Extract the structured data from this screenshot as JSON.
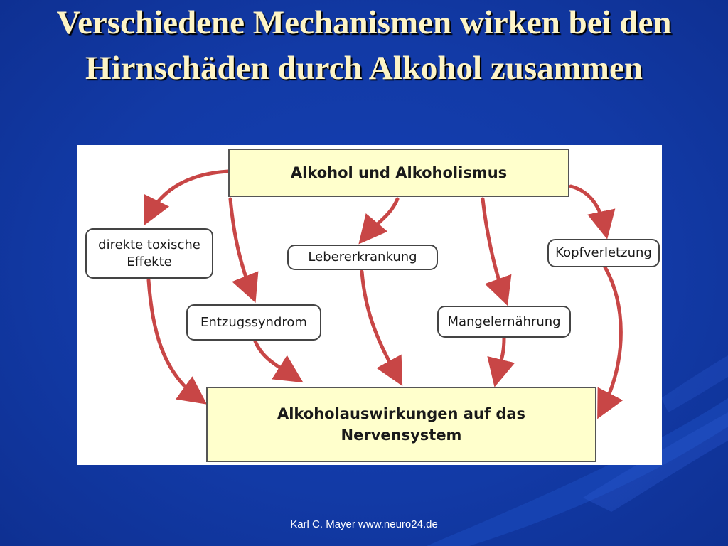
{
  "slide": {
    "title": "Verschiedene Mechanismen wirken bei den Hirnschäden durch Alkohol zusammen",
    "footer": "Karl C. Mayer www.neuro24.de"
  },
  "diagram": {
    "source_node": "Alkohol und Alkoholismus",
    "target_node": "Alkoholauswirkungen auf das Nervensystem",
    "causes": {
      "toxic": "direkte toxische Effekte",
      "withdrawal": "Entzugssyndrom",
      "liver": "Lebererkrankung",
      "malnutrition": "Mangelernährung",
      "head_injury": "Kopfverletzung"
    },
    "edges": [
      [
        "Alkohol und Alkoholismus",
        "direkte toxische Effekte"
      ],
      [
        "Alkohol und Alkoholismus",
        "Entzugssyndrom"
      ],
      [
        "Alkohol und Alkoholismus",
        "Lebererkrankung"
      ],
      [
        "Alkohol und Alkoholismus",
        "Mangelernährung"
      ],
      [
        "Alkohol und Alkoholismus",
        "Kopfverletzung"
      ],
      [
        "direkte toxische Effekte",
        "Alkoholauswirkungen auf das Nervensystem"
      ],
      [
        "Entzugssyndrom",
        "Alkoholauswirkungen auf das Nervensystem"
      ],
      [
        "Lebererkrankung",
        "Alkoholauswirkungen auf das Nervensystem"
      ],
      [
        "Mangelernährung",
        "Alkoholauswirkungen auf das Nervensystem"
      ],
      [
        "Kopfverletzung",
        "Alkoholauswirkungen auf das Nervensystem"
      ]
    ],
    "colors": {
      "arrow": "#c84646",
      "main_fill": "#ffffcc",
      "title_text": "#fdf4c6",
      "background": "#123aa6"
    }
  }
}
